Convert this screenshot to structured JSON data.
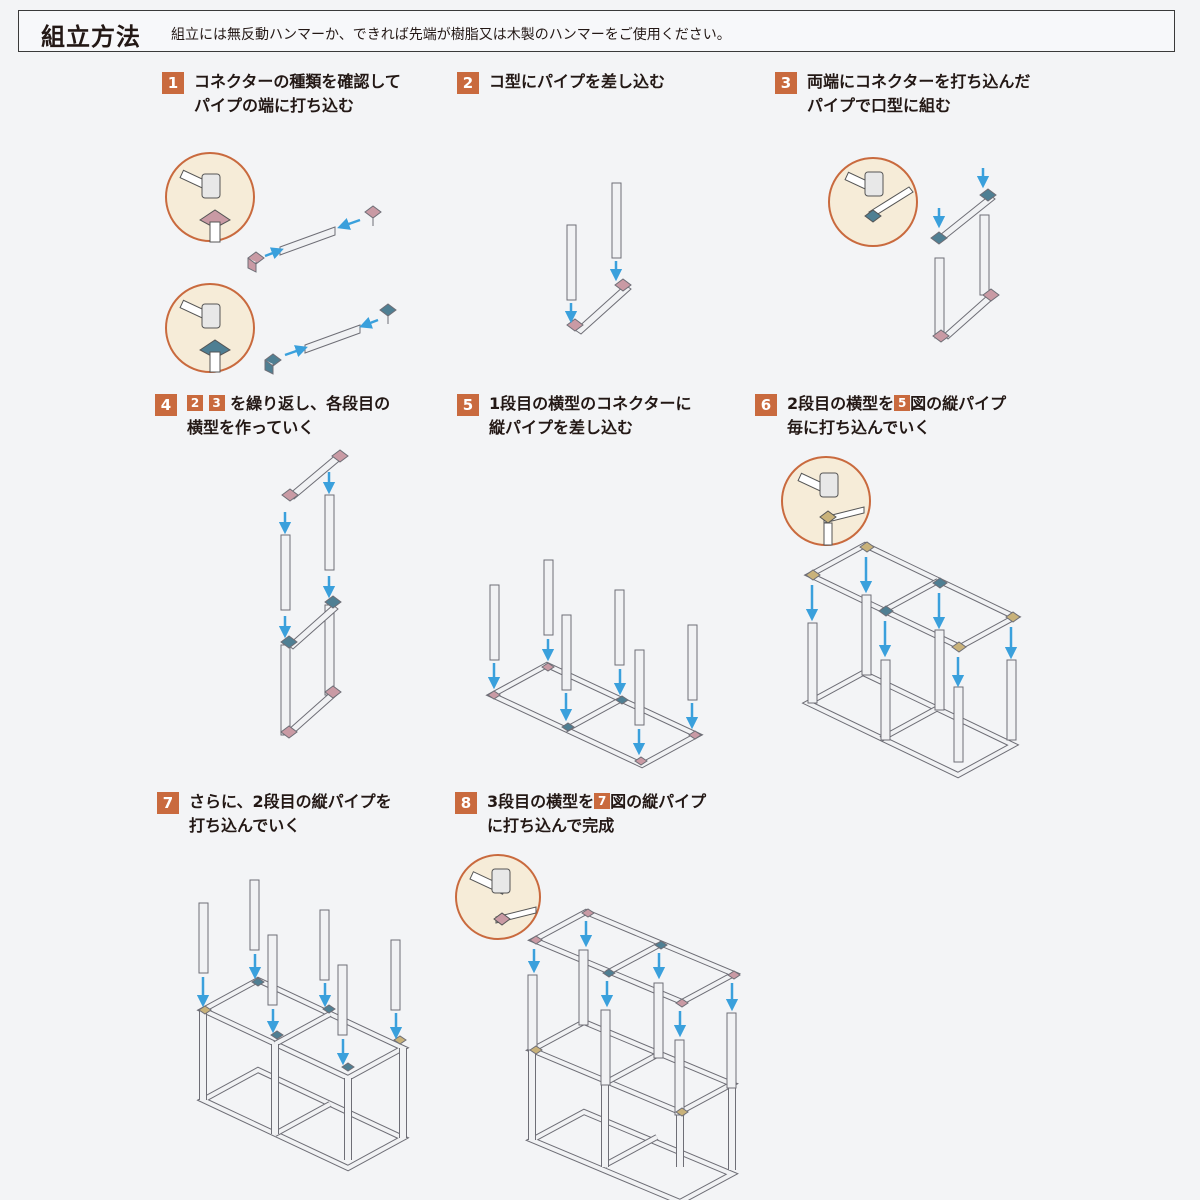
{
  "header": {
    "title": "組立方法",
    "note": "組立には無反動ハンマーか、できれば先端が樹脂又は木製のハンマーをご使用ください。"
  },
  "steps": [
    {
      "num": "1",
      "line1": "コネクターの種類を確認して",
      "line2": "パイプの端に打ち込む"
    },
    {
      "num": "2",
      "line1": "コ型にパイプを差し込む",
      "line2": ""
    },
    {
      "num": "3",
      "line1": "両端にコネクターを打ち込んだ",
      "line2": "パイプで口型に組む"
    },
    {
      "num": "4",
      "ref1": "2",
      "ref2": "3",
      "line1": "を繰り返し、各段目の",
      "line2": "横型を作っていく"
    },
    {
      "num": "5",
      "line1": "1段目の横型のコネクターに",
      "line2": "縦パイプを差し込む"
    },
    {
      "num": "6",
      "line1a": "2段目の横型を",
      "ref": "5",
      "line1b": "図の縦パイプ",
      "line2": "毎に打ち込んでいく"
    },
    {
      "num": "7",
      "line1": "さらに、2段目の縦パイプを",
      "line2": "打ち込んでいく"
    },
    {
      "num": "8",
      "line1a": "3段目の横型を",
      "ref": "7",
      "line1b": "図の縦パイプ",
      "line2": "に打ち込んで完成"
    }
  ],
  "colors": {
    "accent": "#c96a3e",
    "arrow": "#3aa0dc",
    "pipe_fill": "#f1f2f4",
    "pipe_stroke": "#6e6e76",
    "connector_pink": "#c99aa4",
    "connector_blue": "#4f7f93",
    "connector_gold": "#c9b27a",
    "detail_circle": "#f6ecd8"
  }
}
